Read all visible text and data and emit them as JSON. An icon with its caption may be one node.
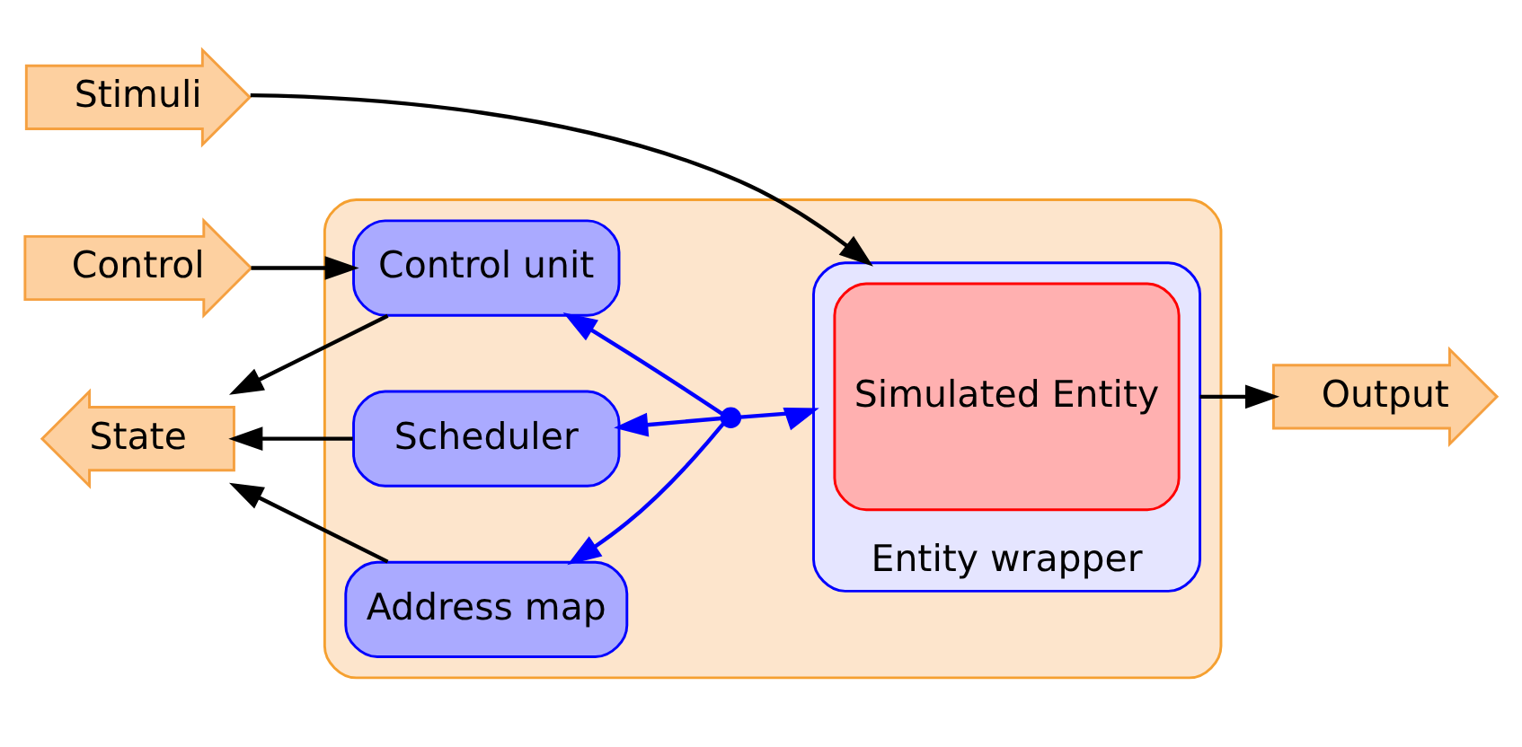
{
  "diagram": {
    "nodes": [
      {
        "text": [],
        "shape": "box"
      },
      {
        "text": [
          "Control"
        ]
      },
      {
        "text": [
          "Control unit"
        ],
        "in": 0
      },
      {
        "text": [
          "State"
        ]
      },
      {
        "text": [
          "Scheduler"
        ],
        "in": 0
      },
      {
        "text": [],
        "shape": "circle",
        "in": 0
      },
      {
        "text": [
          "Entity wrapper"
        ],
        "in": 0
      },
      {
        "text": [
          "Simulated Entity"
        ],
        "in": 6
      },
      {
        "text": [
          "Output"
        ]
      },
      {
        "text": [
          "Address map"
        ],
        "in": 0
      },
      {
        "text": [
          "Stimuli"
        ]
      }
    ],
    "edges": [
      {
        "from": 1,
        "to": 2,
        "arrow": "to"
      },
      {
        "from": 2,
        "to": 3,
        "arrow": "to"
      },
      {
        "from": 4,
        "to": 3,
        "arrow": "to"
      },
      {
        "from": 9,
        "to": 3,
        "arrow": "to"
      },
      {
        "from": 5,
        "to": 2,
        "arrow": "to",
        "color": "#0000ff"
      },
      {
        "from": 5,
        "to": 4,
        "arrow": "to",
        "color": "#0000ff"
      },
      {
        "from": 5,
        "to": 9,
        "arrow": "to",
        "color": "#0000ff"
      },
      {
        "from": 5,
        "to": 6,
        "arrow": "to",
        "color": "#0000ff"
      },
      {
        "from": 10,
        "to": 6,
        "arrow": "to"
      },
      {
        "from": 6,
        "to": 8,
        "arrow": "to"
      }
    ]
  }
}
